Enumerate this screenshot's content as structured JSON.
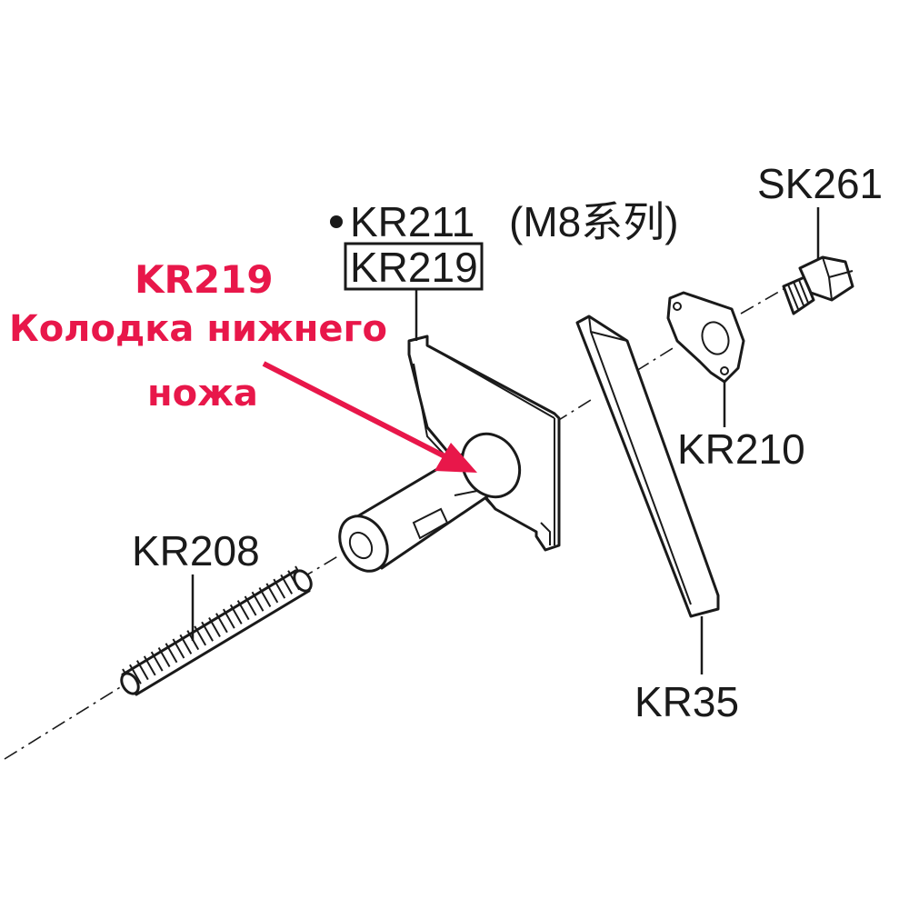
{
  "labels": {
    "sk261": "SK261",
    "kr211": "KR211",
    "kr211_note": "(M8系列)",
    "kr219_boxed": "KR219",
    "kr210": "KR210",
    "kr208": "KR208",
    "kr35": "KR35"
  },
  "annotation": {
    "code": "KR219",
    "line1": "Колодка нижнего",
    "line2": "ножа"
  },
  "colors": {
    "annotation": "#e8174a",
    "lines": "#1a1a1a",
    "background": "#ffffff"
  }
}
